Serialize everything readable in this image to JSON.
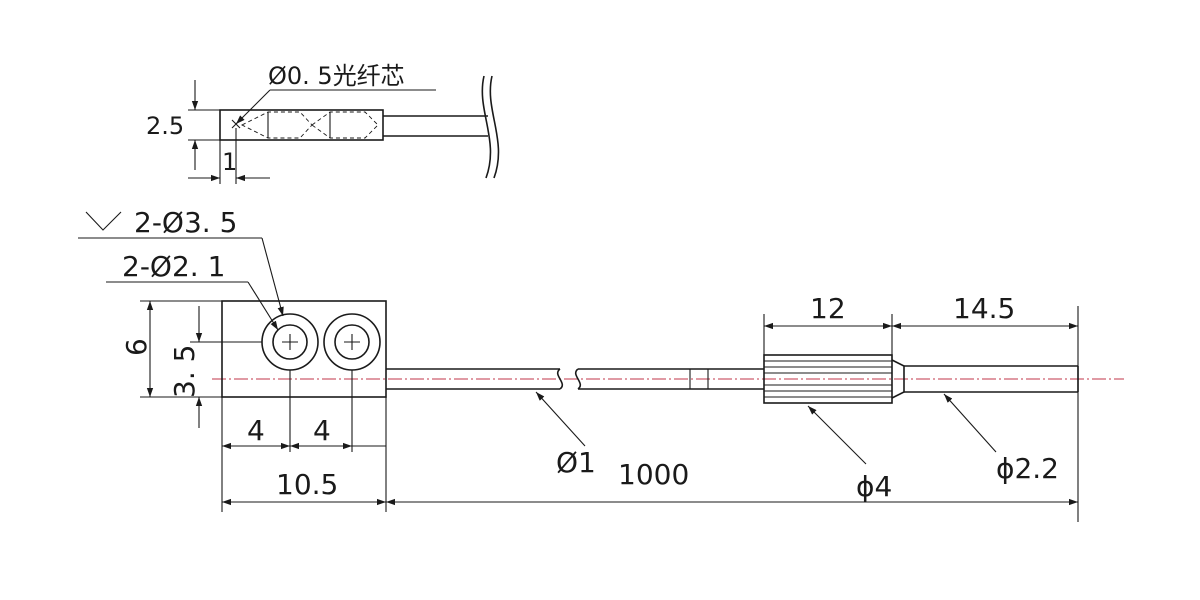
{
  "top_view": {
    "fiber_core_label": "Ø0. 5光纤芯",
    "height_label": "2.5",
    "edge_offset_label": "1"
  },
  "front_view": {
    "countersink_label": "2-Ø3. 5",
    "hole_label": "2-Ø2. 1",
    "height_label": "6",
    "hole_center_label": "3. 5",
    "hole_pitch_1": "4",
    "hole_pitch_2": "4",
    "body_width_label": "10.5",
    "cable_diameter_label": "Ø1",
    "cable_length_label": "1000",
    "sleeve_length_label": "12",
    "tip_length_label": "14.5",
    "sleeve_diameter_label": "ϕ4",
    "tip_diameter_label": "ϕ2.2"
  },
  "colors": {
    "line": "#1a1a1a",
    "centerline": "#c0364a",
    "background": "#ffffff"
  }
}
